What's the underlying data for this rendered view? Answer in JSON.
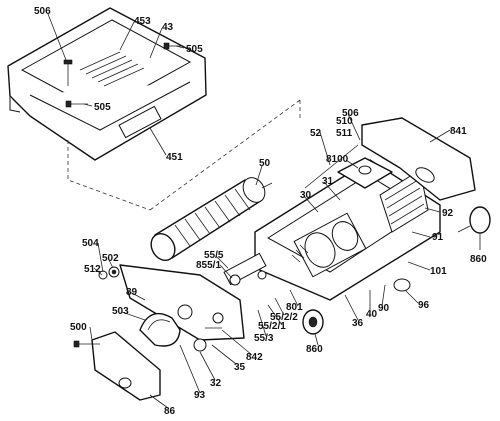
{
  "labels": {
    "l506a": "506",
    "l453": "453",
    "l43": "43",
    "l505a": "505",
    "l505b": "505",
    "l451": "451",
    "l50": "50",
    "l52": "52",
    "l506b": "506",
    "l510": "510",
    "l511": "511",
    "l841": "841",
    "l8100": "8100",
    "l31": "31",
    "l30": "30",
    "l92": "92",
    "l91": "91",
    "l860a": "860",
    "l101": "101",
    "l504": "504",
    "l502": "502",
    "l512": "512",
    "l555": "55/5",
    "l8551": "855/1",
    "l89": "89",
    "l503": "503",
    "l500": "500",
    "l801": "801",
    "l5522": "55/2/2",
    "l5521": "55/2/1",
    "l553": "55/3",
    "l842": "842",
    "l35": "35",
    "l32": "32",
    "l93": "93",
    "l86": "86",
    "l36": "36",
    "l40": "40",
    "l90": "90",
    "l96": "96",
    "l860b": "860"
  }
}
